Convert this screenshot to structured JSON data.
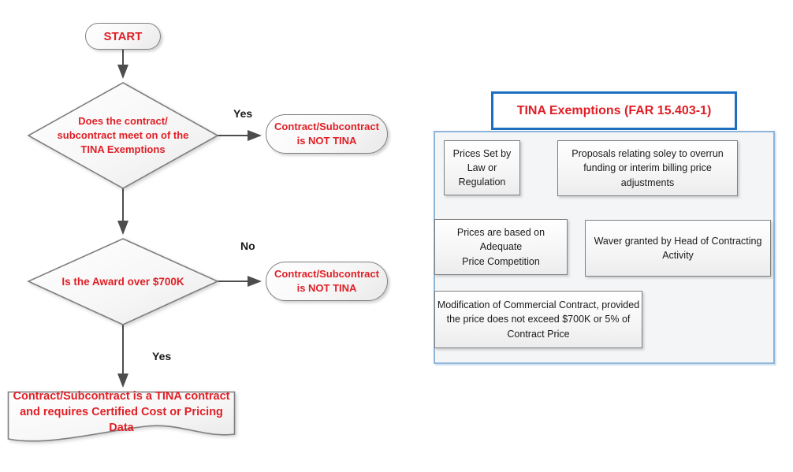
{
  "flowchart": {
    "start_label": "START",
    "decision_exemptions": "Does the contract/\nsubcontract meet on of the\nTINA Exemptions",
    "edge_yes_top": "Yes",
    "not_tina_1": "Contract/Subcontract\nis NOT TINA",
    "decision_700k": "Is the Award over $700K",
    "edge_no": "No",
    "not_tina_2": "Contract/Subcontract\nis NOT TINA",
    "edge_yes_bottom": "Yes",
    "result_tina": "Contract/Subcontract is a TINA contract\nand requires Certified Cost or Pricing Data"
  },
  "exemptions_panel": {
    "title": "TINA Exemptions (FAR 15.403-1)",
    "boxes": [
      "Prices Set by\nLaw or\nRegulation",
      "Proposals relating soley to overrun\nfunding or interim billing price\nadjustments",
      "Prices are based on Adequate\nPrice Competition",
      "Waver granted by Head of Contracting\nActivity",
      "Modification of Commercial Contract, provided\nthe price does not exceed $700K or 5% of\nContract Price"
    ]
  },
  "colors": {
    "accent_red": "#E01F26",
    "title_border_blue": "#1F6FC1",
    "panel_border_blue": "#8DB4D9",
    "shape_border_gray": "#7F7F7F",
    "connector_gray": "#4D4D4D"
  }
}
